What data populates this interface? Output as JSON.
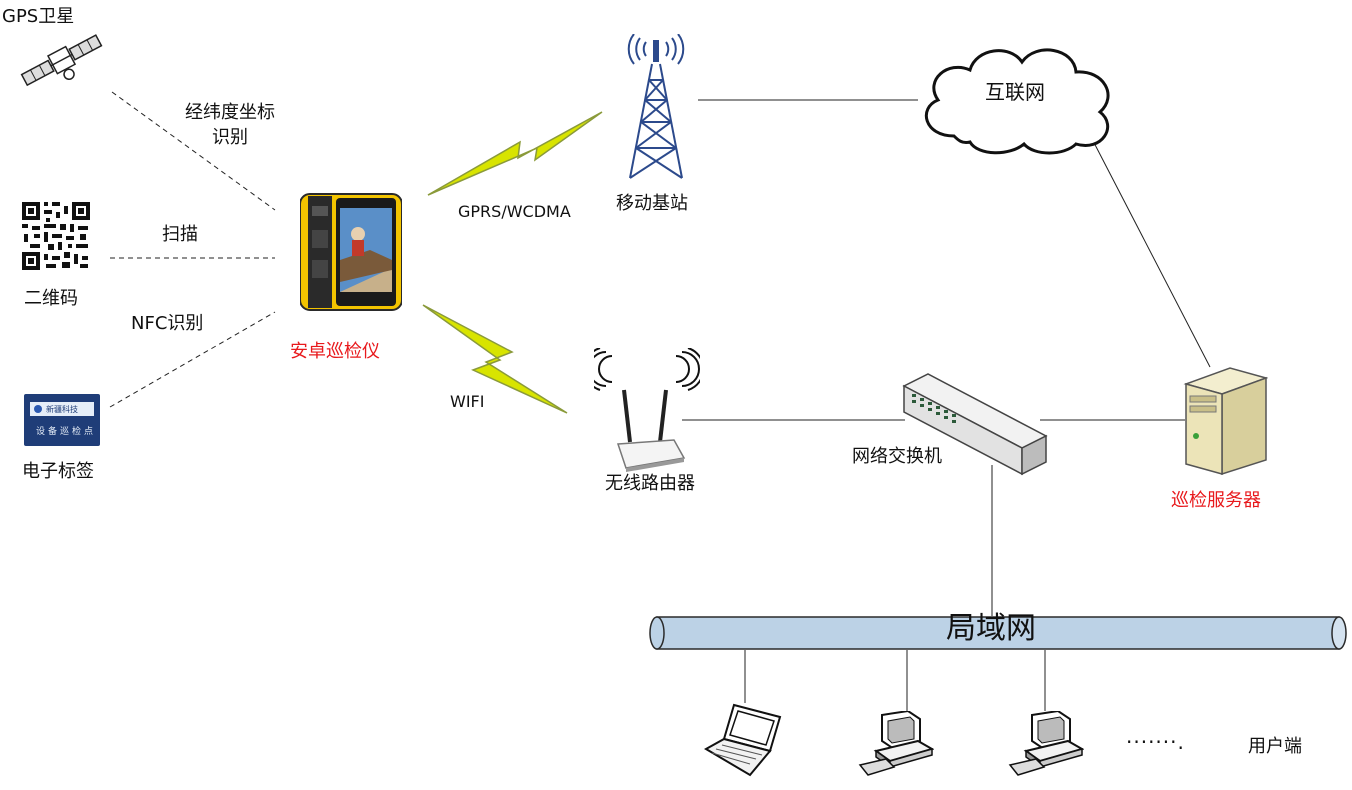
{
  "labels": {
    "gps": "GPS卫星",
    "latlon_line1": "经纬度坐标",
    "latlon_line2": "识别",
    "scan": "扫描",
    "qrcode": "二维码",
    "nfc": "NFC识别",
    "etag": "电子标签",
    "device": "安卓巡检仪",
    "gprs": "GPRS/WCDMA",
    "base_station": "移动基站",
    "internet": "互联网",
    "wifi": "WIFI",
    "router": "无线路由器",
    "switch": "网络交换机",
    "server": "巡检服务器",
    "lan": "局域网",
    "ellipsis": "·······.",
    "users": "用户端"
  },
  "tag_card": {
    "brand": "新疆科技",
    "title": "设备巡检点"
  },
  "colors": {
    "highlight_red": "#e8191c",
    "lan_bar": "#bcd2e6",
    "lightning": "#d8e400",
    "tower_blue": "#2c4a8c",
    "phone_yellow": "#f3c400"
  }
}
